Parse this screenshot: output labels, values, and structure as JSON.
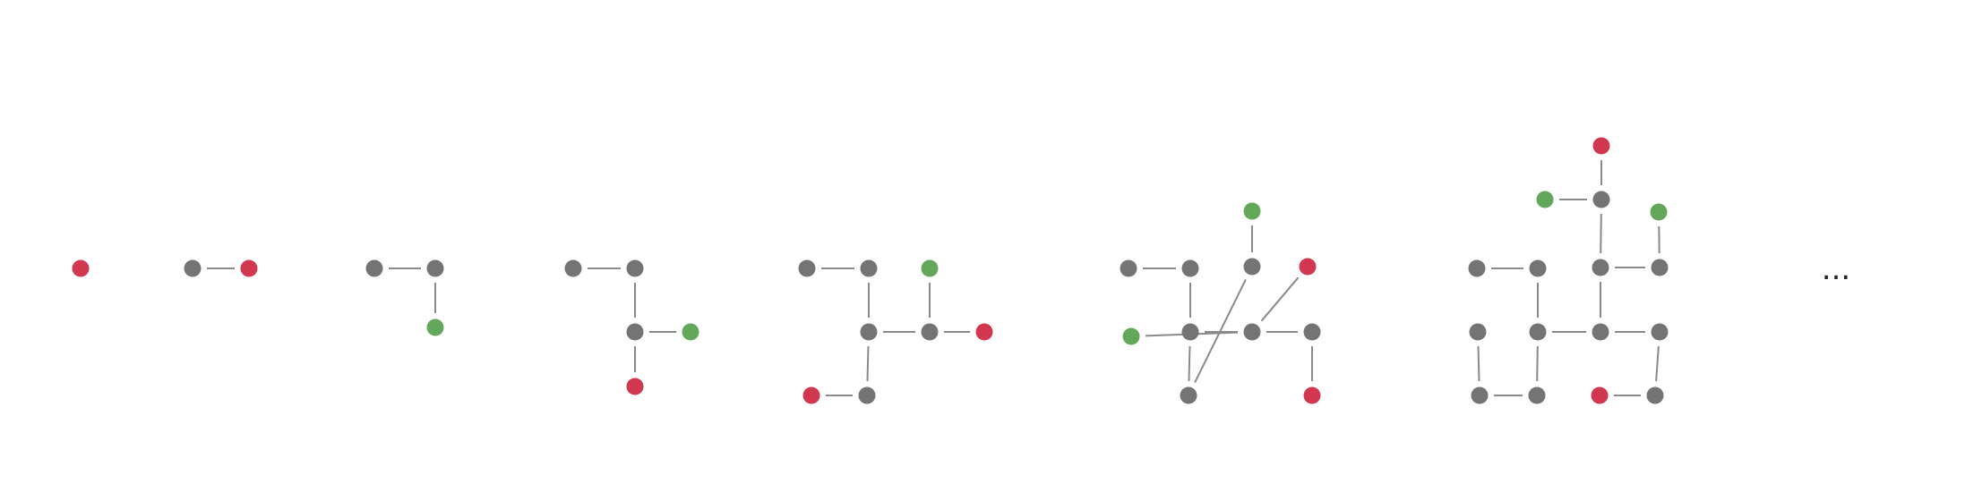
{
  "colors": {
    "node": "#747474",
    "red": "#d1374f",
    "green": "#63a85a",
    "edge": "#8a8a8a"
  },
  "continuation": "...",
  "stages": [
    {
      "nodes": [
        {
          "id": "a",
          "color": "red"
        }
      ],
      "edges": []
    },
    {
      "nodes": [
        {
          "id": "a",
          "color": "node"
        },
        {
          "id": "b",
          "color": "red"
        }
      ],
      "edges": [
        [
          "a",
          "b"
        ]
      ]
    },
    {
      "nodes": [
        {
          "id": "a",
          "color": "node"
        },
        {
          "id": "b",
          "color": "node"
        },
        {
          "id": "c",
          "color": "green"
        }
      ],
      "edges": [
        [
          "a",
          "b"
        ],
        [
          "b",
          "c"
        ]
      ]
    },
    {
      "nodes": [
        {
          "id": "a",
          "color": "node"
        },
        {
          "id": "b",
          "color": "node"
        },
        {
          "id": "c",
          "color": "node"
        },
        {
          "id": "d",
          "color": "green"
        },
        {
          "id": "e",
          "color": "red"
        }
      ],
      "edges": [
        [
          "a",
          "b"
        ],
        [
          "b",
          "c"
        ],
        [
          "c",
          "d"
        ],
        [
          "c",
          "e"
        ]
      ]
    },
    {
      "nodes": [
        {
          "id": "a",
          "color": "node"
        },
        {
          "id": "b",
          "color": "node"
        },
        {
          "id": "c",
          "color": "node"
        },
        {
          "id": "d",
          "color": "node"
        },
        {
          "id": "e",
          "color": "red"
        },
        {
          "id": "f",
          "color": "green"
        },
        {
          "id": "g",
          "color": "red"
        },
        {
          "id": "h",
          "color": "node"
        }
      ],
      "edges": [
        [
          "a",
          "b"
        ],
        [
          "b",
          "c"
        ],
        [
          "c",
          "d"
        ],
        [
          "d",
          "f"
        ],
        [
          "d",
          "g"
        ],
        [
          "c",
          "h"
        ],
        [
          "h",
          "e"
        ]
      ]
    },
    {
      "nodes": [
        {
          "id": "a",
          "color": "node"
        },
        {
          "id": "b",
          "color": "node"
        },
        {
          "id": "c",
          "color": "green"
        },
        {
          "id": "d",
          "color": "node"
        },
        {
          "id": "e",
          "color": "node"
        },
        {
          "id": "f",
          "color": "node"
        },
        {
          "id": "g",
          "color": "node"
        },
        {
          "id": "h",
          "color": "green"
        },
        {
          "id": "i",
          "color": "node"
        },
        {
          "id": "j",
          "color": "red"
        },
        {
          "id": "k",
          "color": "node"
        },
        {
          "id": "l",
          "color": "red"
        }
      ],
      "edges": [
        [
          "a",
          "b"
        ],
        [
          "b",
          "e"
        ],
        [
          "c",
          "g"
        ],
        [
          "g",
          "f"
        ],
        [
          "e",
          "f"
        ],
        [
          "e",
          "i"
        ],
        [
          "h",
          "i"
        ],
        [
          "i",
          "j"
        ],
        [
          "i",
          "k"
        ],
        [
          "k",
          "l"
        ],
        [
          "d",
          "d"
        ]
      ]
    },
    {
      "nodes": [
        {
          "id": "r",
          "color": "red"
        },
        {
          "id": "g1",
          "color": "green"
        },
        {
          "id": "t",
          "color": "node"
        },
        {
          "id": "g2",
          "color": "green"
        },
        {
          "id": "a",
          "color": "node"
        },
        {
          "id": "b",
          "color": "node"
        },
        {
          "id": "u",
          "color": "node"
        },
        {
          "id": "v",
          "color": "node"
        },
        {
          "id": "c",
          "color": "node"
        },
        {
          "id": "d",
          "color": "node"
        },
        {
          "id": "w",
          "color": "node"
        },
        {
          "id": "x",
          "color": "node"
        },
        {
          "id": "e",
          "color": "node"
        },
        {
          "id": "f",
          "color": "node"
        },
        {
          "id": "y",
          "color": "red"
        },
        {
          "id": "z",
          "color": "node"
        }
      ],
      "edges": [
        [
          "r",
          "t"
        ],
        [
          "g1",
          "t"
        ],
        [
          "t",
          "u"
        ],
        [
          "g2",
          "v"
        ],
        [
          "a",
          "b"
        ],
        [
          "u",
          "v"
        ],
        [
          "b",
          "d"
        ],
        [
          "u",
          "w"
        ],
        [
          "c",
          "e"
        ],
        [
          "d",
          "w"
        ],
        [
          "w",
          "x"
        ],
        [
          "d",
          "f"
        ],
        [
          "x",
          "z"
        ],
        [
          "e",
          "f"
        ],
        [
          "y",
          "z"
        ]
      ]
    }
  ]
}
